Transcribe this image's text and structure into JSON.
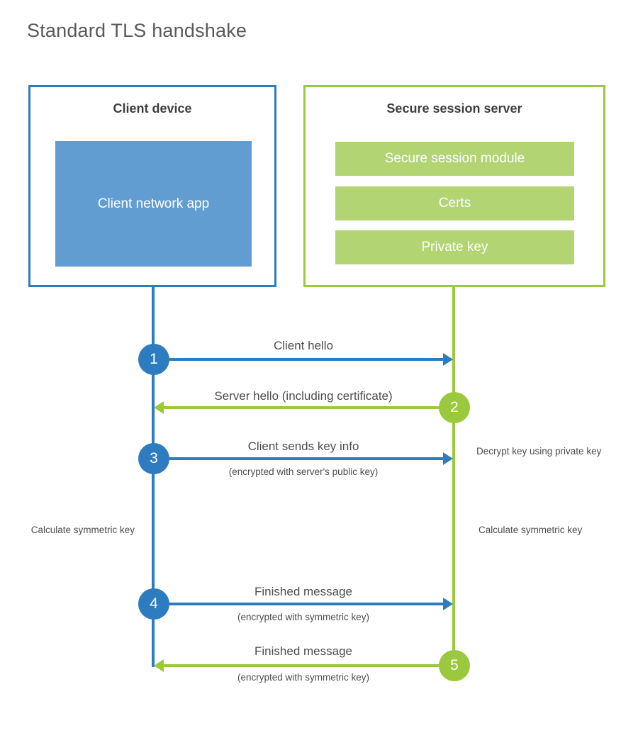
{
  "diagram": {
    "title": "Standard TLS handshake",
    "colors": {
      "blue_stroke": "#2e7cc0",
      "blue_fill": "#629dd1",
      "green_stroke": "#9ac93e",
      "green_fill": "#b2d472",
      "text": "#4a4d4f",
      "title_text": "#565a5c",
      "background": "#ffffff"
    }
  },
  "client": {
    "title": "Client device",
    "app_label": "Client network app"
  },
  "server": {
    "title": "Secure session server",
    "components": [
      {
        "label": "Secure session module"
      },
      {
        "label": "Certs"
      },
      {
        "label": "Private key"
      }
    ]
  },
  "steps": [
    {
      "number": "1",
      "label": "Client hello",
      "sub": "",
      "direction": "client-to-server",
      "color": "blue"
    },
    {
      "number": "2",
      "label": "Server hello (including certificate)",
      "sub": "",
      "direction": "server-to-client",
      "color": "green"
    },
    {
      "number": "3",
      "label": "Client sends key info",
      "sub": "(encrypted with server's public key)",
      "direction": "client-to-server",
      "color": "blue"
    },
    {
      "number": "4",
      "label": "Finished message",
      "sub": "(encrypted with symmetric key)",
      "direction": "client-to-server",
      "color": "blue"
    },
    {
      "number": "5",
      "label": "Finished message",
      "sub": "(encrypted with symmetric key)",
      "direction": "server-to-client",
      "color": "green"
    }
  ],
  "notes": {
    "decrypt_key": "Decrypt key using private key",
    "client_calculate": "Calculate symmetric key",
    "server_calculate": "Calculate symmetric key"
  }
}
